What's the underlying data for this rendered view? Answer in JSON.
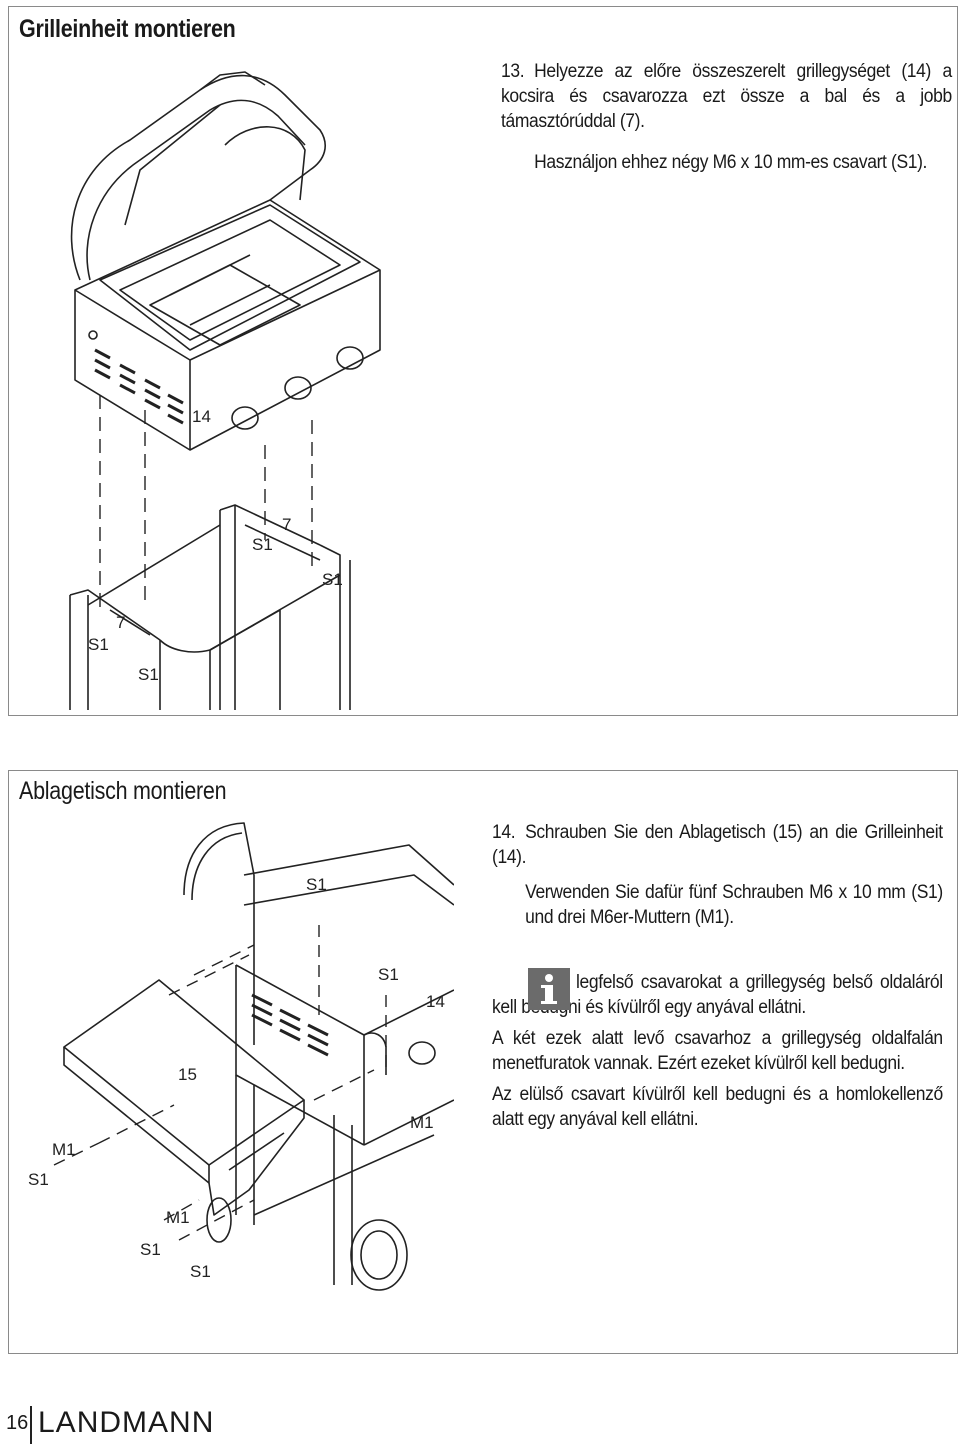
{
  "section1": {
    "title": "Grilleinheit montieren",
    "step_number": "13.",
    "step_text": "Helyezze az előre összeszerelt grillegységet (14) a kocsira és csavarozza ezt össze a bal és a jobb támasztórúddal (7).",
    "step_text2": "Használjon ehhez négy M6 x 10 mm-es csavart (S1).",
    "labels": {
      "grill": "14",
      "rod_right": "7",
      "rod_left": "7",
      "s1": "S1"
    }
  },
  "section2": {
    "title": "Ablagetisch montieren",
    "step_number": "14.",
    "step_text": "Schrauben Sie den Ablagetisch (15) an die Grilleinheit (14).",
    "step_text2": "Verwenden Sie dafür fünf Schrauben M6 x 10 mm (S1) und drei M6er-Muttern (M1).",
    "note1": "A legfelső csavarokat a grillegység belső oldaláról kell bedugni és kívülről egy anyával ellátni.",
    "note2": "A két ezek alatt levő csavarhoz a grillegység oldalfalán menetfuratok vannak. Ezért ezeket kívülről kell bedugni.",
    "note3": "Az elülső csavart kívülről kell bedugni és a homlokellenző alatt egy anyával kell ellátni.",
    "info_icon": "info-icon",
    "labels": {
      "s1": "S1",
      "m1": "M1",
      "grill": "14",
      "table": "15"
    }
  },
  "footer": {
    "page": "16",
    "brand": "LANDMANN"
  }
}
